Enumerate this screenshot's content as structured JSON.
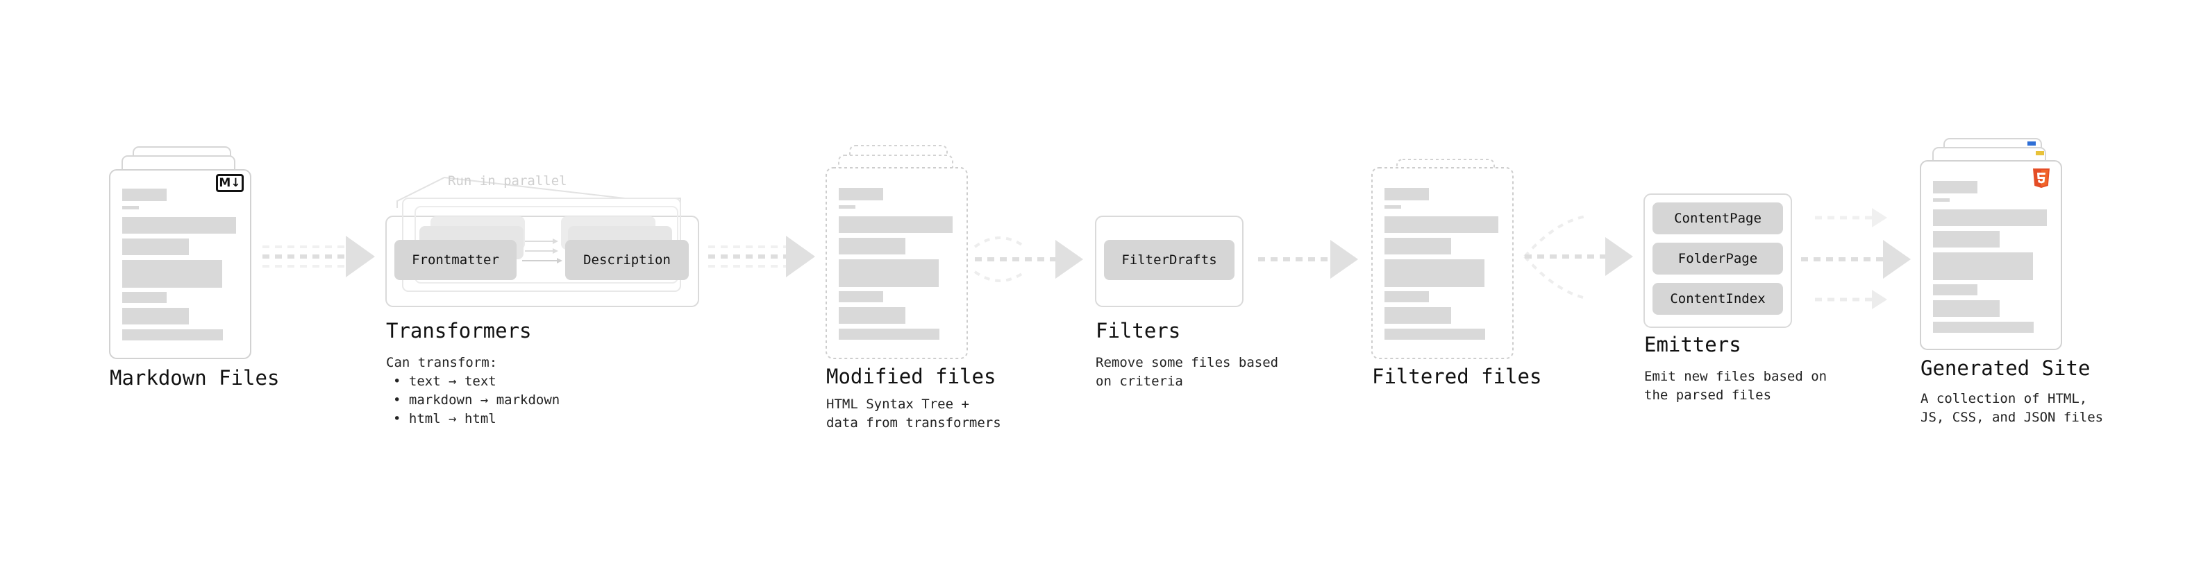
{
  "markdown": {
    "title": "Markdown Files",
    "badge": "M↓"
  },
  "transformers": {
    "title": "Transformers",
    "parallel_label": "Run in parallel",
    "pill_1": "Frontmatter",
    "pill_2": "Description",
    "desc_intro": "Can transform:",
    "items": [
      "• text → text",
      "• markdown → markdown",
      "• html → html"
    ]
  },
  "modified": {
    "title": "Modified files",
    "desc": [
      "HTML Syntax Tree +",
      "data from transformers"
    ]
  },
  "filters": {
    "title": "Filters",
    "pill": "FilterDrafts",
    "desc": [
      "Remove some files based",
      "on criteria"
    ]
  },
  "filtered": {
    "title": "Filtered files"
  },
  "emitters": {
    "title": "Emitters",
    "pills": [
      "ContentPage",
      "FolderPage",
      "ContentIndex"
    ],
    "desc": [
      "Emit new files based on",
      "the parsed files"
    ]
  },
  "generated": {
    "title": "Generated Site",
    "desc": [
      "A collection of HTML,",
      "JS, CSS, and JSON files"
    ]
  },
  "colors": {
    "line": "#d8d8d8",
    "block": "#d9d9d9",
    "arrow": "#dddddd",
    "html5": "#e44d26"
  }
}
